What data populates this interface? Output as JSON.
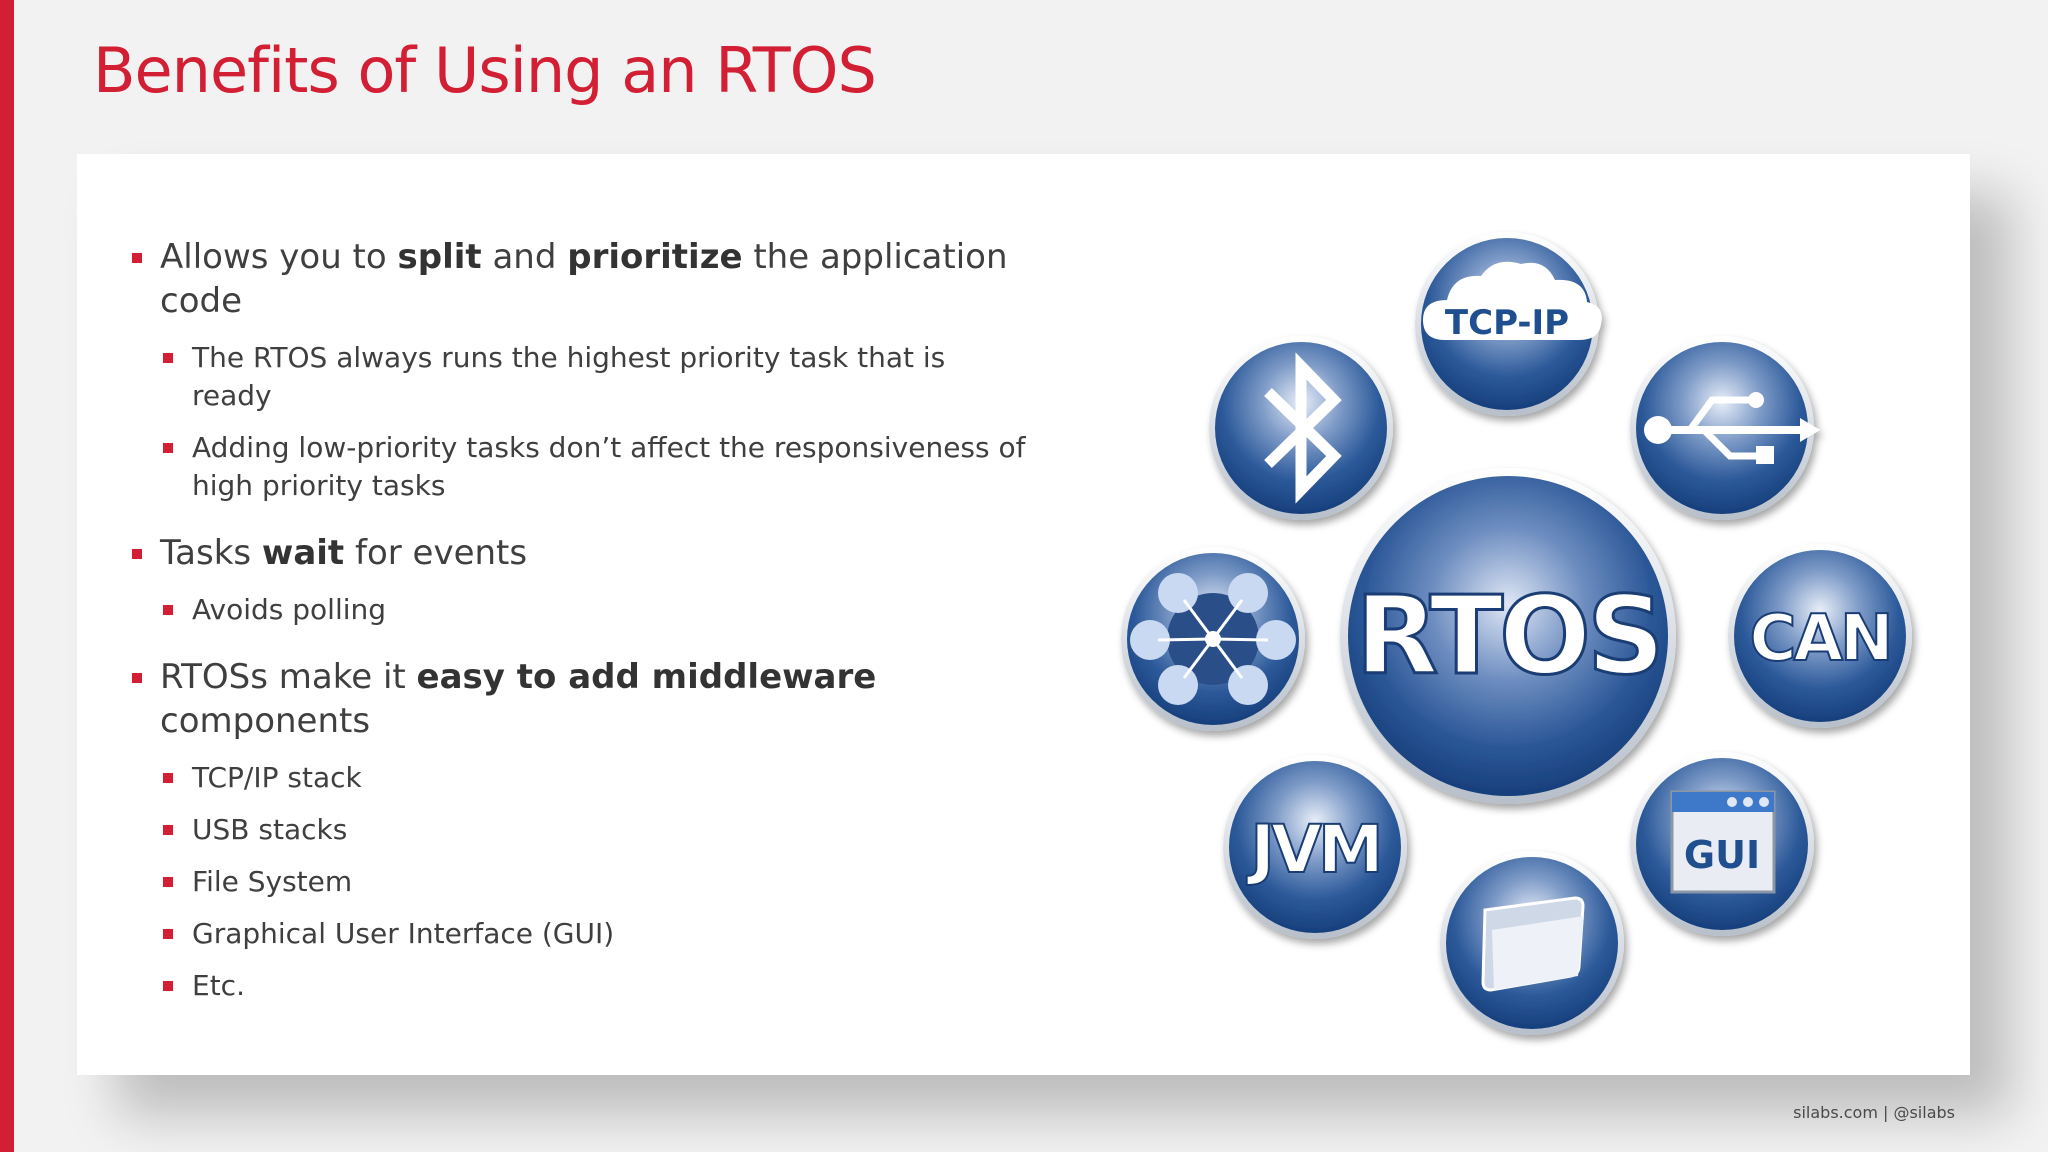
{
  "slide": {
    "title": "Benefits of Using an RTOS",
    "footer": "silabs.com | @silabs",
    "accent_color": "#d31f34"
  },
  "bullets": {
    "b1": {
      "pre": "Allows you to ",
      "bold1": "split",
      "mid": " and ",
      "bold2": "prioritize",
      "post": " the application code"
    },
    "b1_sub1": "The RTOS always runs the highest priority task that is ready",
    "b1_sub2_line1": "Adding low-priority tasks don’t affect the responsiveness of",
    "b1_sub2_line2": "high priority tasks",
    "b2": {
      "pre": "Tasks ",
      "bold": "wait",
      "post": " for events"
    },
    "b2_sub1": "Avoids polling",
    "b3": {
      "pre": "RTOSs make it ",
      "bold": "easy to add middleware",
      "post": " components"
    },
    "b3_subs": [
      "TCP/IP stack",
      "USB stacks",
      "File System",
      "Graphical User Interface (GUI)",
      "Etc."
    ]
  },
  "diagram": {
    "center_label": "RTOS",
    "tcp_label": "TCP-IP",
    "can_label": "CAN",
    "jvm_label": "JVM",
    "gui_label": "GUI",
    "icons": [
      "tcp-ip-cloud-icon",
      "usb-icon",
      "can-icon",
      "gui-window-icon",
      "folder-icon",
      "jvm-icon",
      "network-hub-icon",
      "bluetooth-icon"
    ],
    "circle_color": "#1e4f8f"
  }
}
